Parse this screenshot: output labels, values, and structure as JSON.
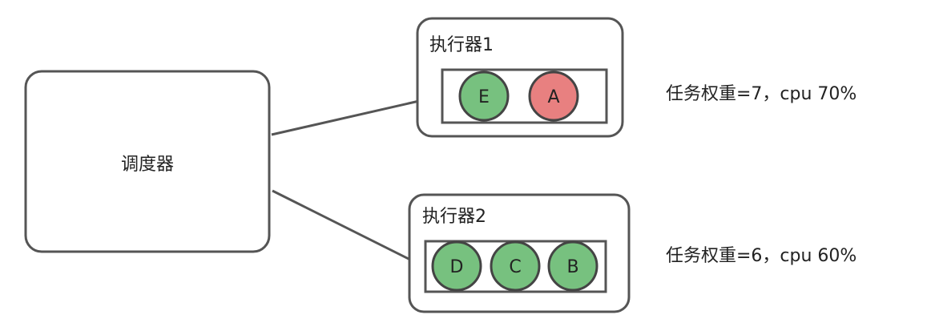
{
  "scheduler": {
    "label": "调度器"
  },
  "executors": [
    {
      "label": "执行器1",
      "tasks": [
        {
          "label": "E",
          "state": "normal"
        },
        {
          "label": "A",
          "state": "heavy"
        }
      ],
      "stats": "任务权重=7，cpu 70%"
    },
    {
      "label": "执行器2",
      "tasks": [
        {
          "label": "D",
          "state": "normal"
        },
        {
          "label": "C",
          "state": "normal"
        },
        {
          "label": "B",
          "state": "normal"
        }
      ],
      "stats": "任务权重=6，cpu 60%"
    }
  ],
  "colors": {
    "normal": "#77c17f",
    "heavy": "#e88080",
    "stroke": "#555555"
  }
}
